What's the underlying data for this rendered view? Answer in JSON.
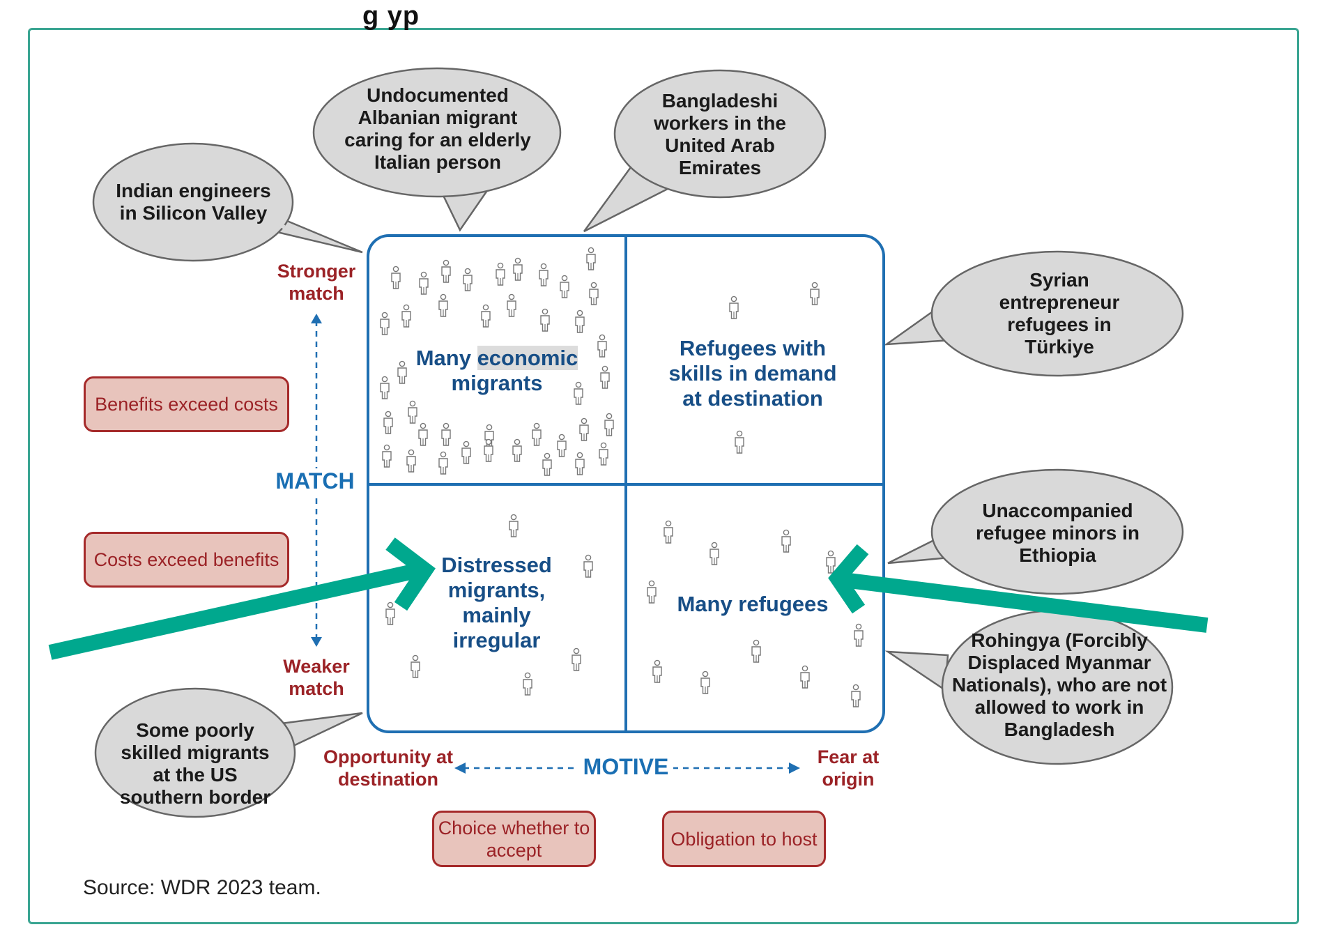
{
  "figure": {
    "title_partial": "g                    yp",
    "source_partial": "Source: WDR 2023 team."
  },
  "quadrants": {
    "top_left": {
      "part1": "Many ",
      "highlight": "economic",
      "part2": "migrants"
    },
    "top_right": "Refugees with skills in demand at destination",
    "bottom_left": "Distressed migrants, mainly irregular",
    "bottom_right": "Many refugees"
  },
  "axes": {
    "vertical": {
      "label": "MATCH",
      "top": "Stronger match",
      "bottom": "Weaker match"
    },
    "horizontal": {
      "label": "MOTIVE",
      "left": "Opportunity at destination",
      "right": "Fear at origin"
    }
  },
  "tags": {
    "benefits": "Benefits exceed costs",
    "costs": "Costs exceed benefits",
    "choice": "Choice whether to accept",
    "obligation": "Obligation to host"
  },
  "bubbles": {
    "indian": "Indian engineers in Silicon Valley",
    "albanian": "Undocumented Albanian migrant caring for an elderly Italian person",
    "bangladeshi": "Bangladeshi workers in the United Arab Emirates",
    "syrian": "Syrian entrepreneur refugees in Türkiye",
    "ethiopia": "Unaccompanied refugee minors in Ethiopia",
    "rohingya": "Rohingya (Forcibly Displaced Myanmar Nationals), who are not allowed to work in Bangladesh",
    "us_border": "Some poorly skilled migrants at the US southern border"
  },
  "people_density": {
    "top_left": "many",
    "top_right": "few",
    "bottom_left": "few",
    "bottom_right": "many"
  },
  "colors": {
    "frame": "#3aa592",
    "grid": "#1f6fb2",
    "quadrant_text": "#174e86",
    "axis_red": "#9b2226",
    "tag_fill": "#e8c4bc",
    "bubble_fill": "#d9d9d9",
    "arrow": "#00a88e"
  }
}
